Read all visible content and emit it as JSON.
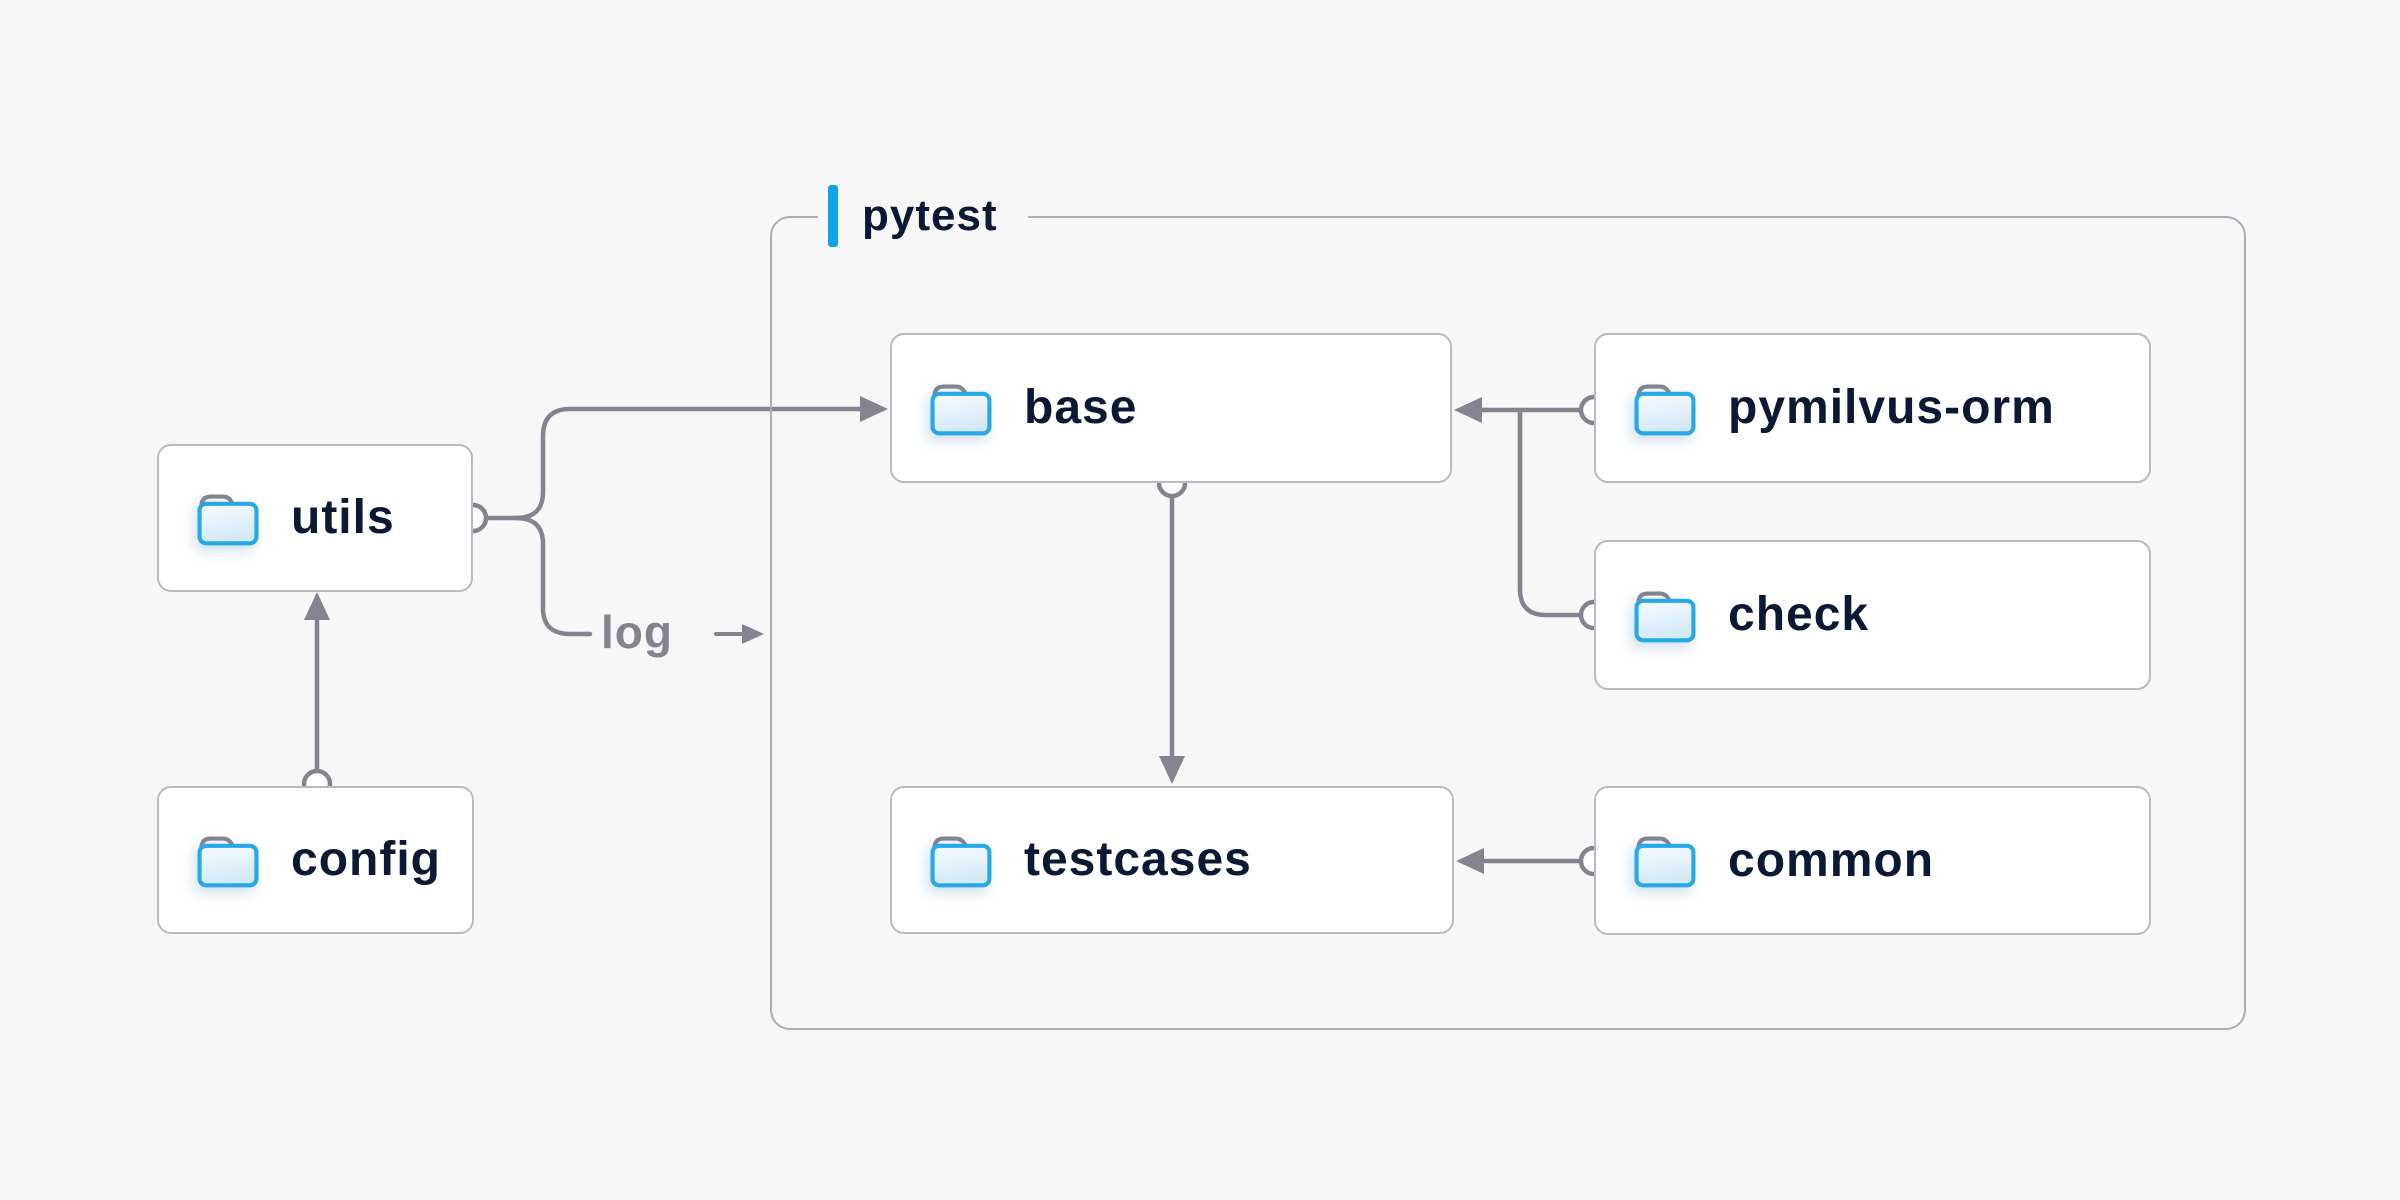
{
  "diagram": {
    "group": {
      "label": "pytest"
    },
    "edge_label": "log",
    "nodes": [
      {
        "id": "utils",
        "label": "utils",
        "group": null
      },
      {
        "id": "config",
        "label": "config",
        "group": null
      },
      {
        "id": "base",
        "label": "base",
        "group": "pytest"
      },
      {
        "id": "testcases",
        "label": "testcases",
        "group": "pytest"
      },
      {
        "id": "pymilvus-orm",
        "label": "pymilvus-orm",
        "group": "pytest"
      },
      {
        "id": "check",
        "label": "check",
        "group": "pytest"
      },
      {
        "id": "common",
        "label": "common",
        "group": "pytest"
      }
    ],
    "edges": [
      {
        "from": "config",
        "to": "utils"
      },
      {
        "from": "utils",
        "to": "base"
      },
      {
        "from": "utils",
        "to": "log"
      },
      {
        "from": "pymilvus-orm",
        "to": "base"
      },
      {
        "from": "check",
        "to": "base"
      },
      {
        "from": "base",
        "to": "testcases"
      },
      {
        "from": "common",
        "to": "testcases"
      }
    ],
    "icons": [
      {
        "name": "folder-icon",
        "meaning": "directory"
      }
    ],
    "colors": {
      "background": "#f7f7f8",
      "node_background": "#ffffff",
      "node_border": "#b9bac3",
      "group_border": "#aeaeba",
      "connector_gray": "#84848e",
      "text_navy": "#0d1933",
      "accent_blue": "#14a5e8",
      "folder_blue": "#27a9e8",
      "folder_tab_blue": "#2593d6"
    }
  }
}
